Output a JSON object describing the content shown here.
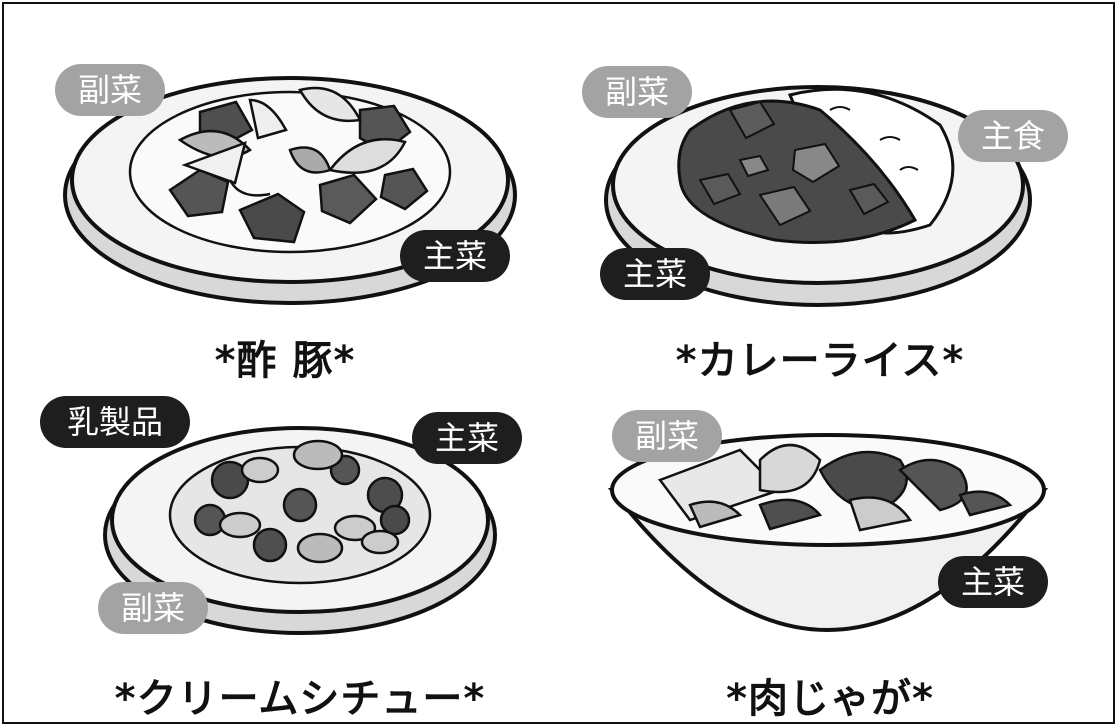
{
  "dishes": {
    "subuta": {
      "title": "*酢 豚*",
      "tags": {
        "side": "副菜",
        "main": "主菜"
      }
    },
    "curry": {
      "title": "*カレーライス*",
      "tags": {
        "side": "副菜",
        "staple": "主食",
        "main": "主菜"
      }
    },
    "stew": {
      "title": "*クリームシチュー*",
      "tags": {
        "dairy": "乳製品",
        "main": "主菜",
        "side": "副菜"
      }
    },
    "nikujaga": {
      "title": "*肉じゃが*",
      "tags": {
        "side": "副菜",
        "main": "主菜"
      }
    }
  },
  "colors": {
    "side_tag": "#a3a3a3",
    "main_tag": "#1e1e1e",
    "sauce": "#4a4a4a",
    "vegetable": "#bdbdbd"
  }
}
